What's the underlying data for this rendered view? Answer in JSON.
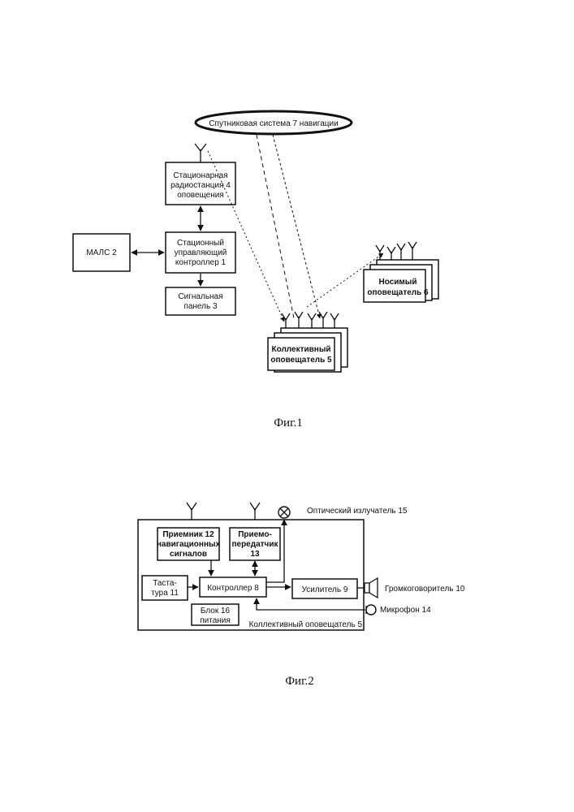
{
  "figure1": {
    "caption": "Фиг.1",
    "satellite": "Спутниковая система 7 навигации",
    "radio_station": [
      "Стационарная",
      "радиостанция 4",
      "оповещения"
    ],
    "controller": [
      "Стационный",
      "управляющий",
      "контроллер 1"
    ],
    "mals": "МАЛС 2",
    "signal_panel": [
      "Сигнальная",
      "панель 3"
    ],
    "collective": [
      "Коллективный",
      "оповещатель 5"
    ],
    "wearable": [
      "Носимый",
      "оповещатель 6"
    ]
  },
  "figure2": {
    "caption": "Фиг.2",
    "optical": "Оптический излучатель 15",
    "receiver": [
      "Приемник 12",
      "навигационных",
      "сигналов"
    ],
    "transceiver": [
      "Приемо-",
      "передатчик",
      "13"
    ],
    "keyboard": [
      "Таста-",
      "тура 11"
    ],
    "controller": "Контроллер 8",
    "amplifier": "Усилитель 9",
    "loudspeaker": "Громкоговоритель 10",
    "microphone": "Микрофон 14",
    "power": [
      "Блок 16",
      "питания"
    ],
    "collective_label": "Коллективный оповещатель 5"
  }
}
